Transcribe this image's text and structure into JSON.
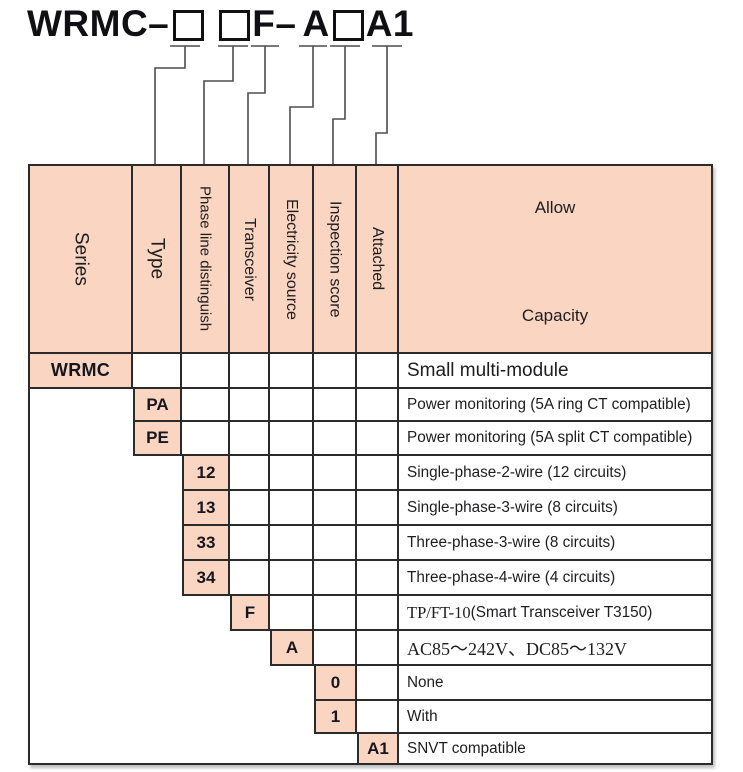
{
  "title": {
    "part1": "WRMC–",
    "part2": "F–",
    "part3": "A",
    "part4": "A1"
  },
  "header": {
    "columns": [
      "Series",
      "Type",
      "Phase line distinguish",
      "Transceiver",
      "Electricity source",
      "Inspection score",
      "Attached"
    ],
    "capacity_top": "Allow",
    "capacity_bottom": "Capacity"
  },
  "rows": [
    {
      "code": "WRMC",
      "column": 1,
      "column_name": "Series",
      "variant": "lg",
      "desc": [
        {
          "text": "Small multi-module"
        }
      ],
      "desc_variant": "lg"
    },
    {
      "code": "PA",
      "column": 2,
      "column_name": "Type",
      "desc": [
        {
          "text": "Power monitoring (5A ring CT compatible)"
        }
      ]
    },
    {
      "code": "PE",
      "column": 2,
      "column_name": "Type",
      "desc": [
        {
          "text": "Power monitoring (5A split CT compatible)"
        }
      ]
    },
    {
      "code": "12",
      "column": 3,
      "column_name": "Phase line distinguish",
      "desc": [
        {
          "text": "Single-phase-2-wire (12 circuits)"
        }
      ]
    },
    {
      "code": "13",
      "column": 3,
      "column_name": "Phase line distinguish",
      "desc": [
        {
          "text": "Single-phase-3-wire (8 circuits)"
        }
      ]
    },
    {
      "code": "33",
      "column": 3,
      "column_name": "Phase line distinguish",
      "desc": [
        {
          "text": "Three-phase-3-wire (8 circuits)"
        }
      ]
    },
    {
      "code": "34",
      "column": 3,
      "column_name": "Phase line distinguish",
      "desc": [
        {
          "text": "Three-phase-4-wire (4 circuits)"
        }
      ]
    },
    {
      "code": "F",
      "column": 4,
      "column_name": "Transceiver",
      "desc": [
        {
          "text": "TP/FT-10",
          "serif": true
        },
        {
          "text": " (Smart Transceiver T3150)"
        }
      ]
    },
    {
      "code": "A",
      "column": 5,
      "column_name": "Electricity source",
      "desc": [
        {
          "text": "AC85～242V、DC85～132V",
          "serif": true
        }
      ],
      "desc_variant": "serif"
    },
    {
      "code": "0",
      "column": 6,
      "column_name": "Inspection score",
      "desc": [
        {
          "text": "None"
        }
      ]
    },
    {
      "code": "1",
      "column": 6,
      "column_name": "Inspection score",
      "desc": [
        {
          "text": "With"
        }
      ]
    },
    {
      "code": "A1",
      "column": 7,
      "column_name": "Attached",
      "desc": [
        {
          "text": "SNVT compatible"
        }
      ]
    }
  ],
  "colors": {
    "highlight": "#fad6c2",
    "border": "#2b2b2b",
    "connector": "#4d4d4d",
    "text": "#1d1d1f"
  }
}
